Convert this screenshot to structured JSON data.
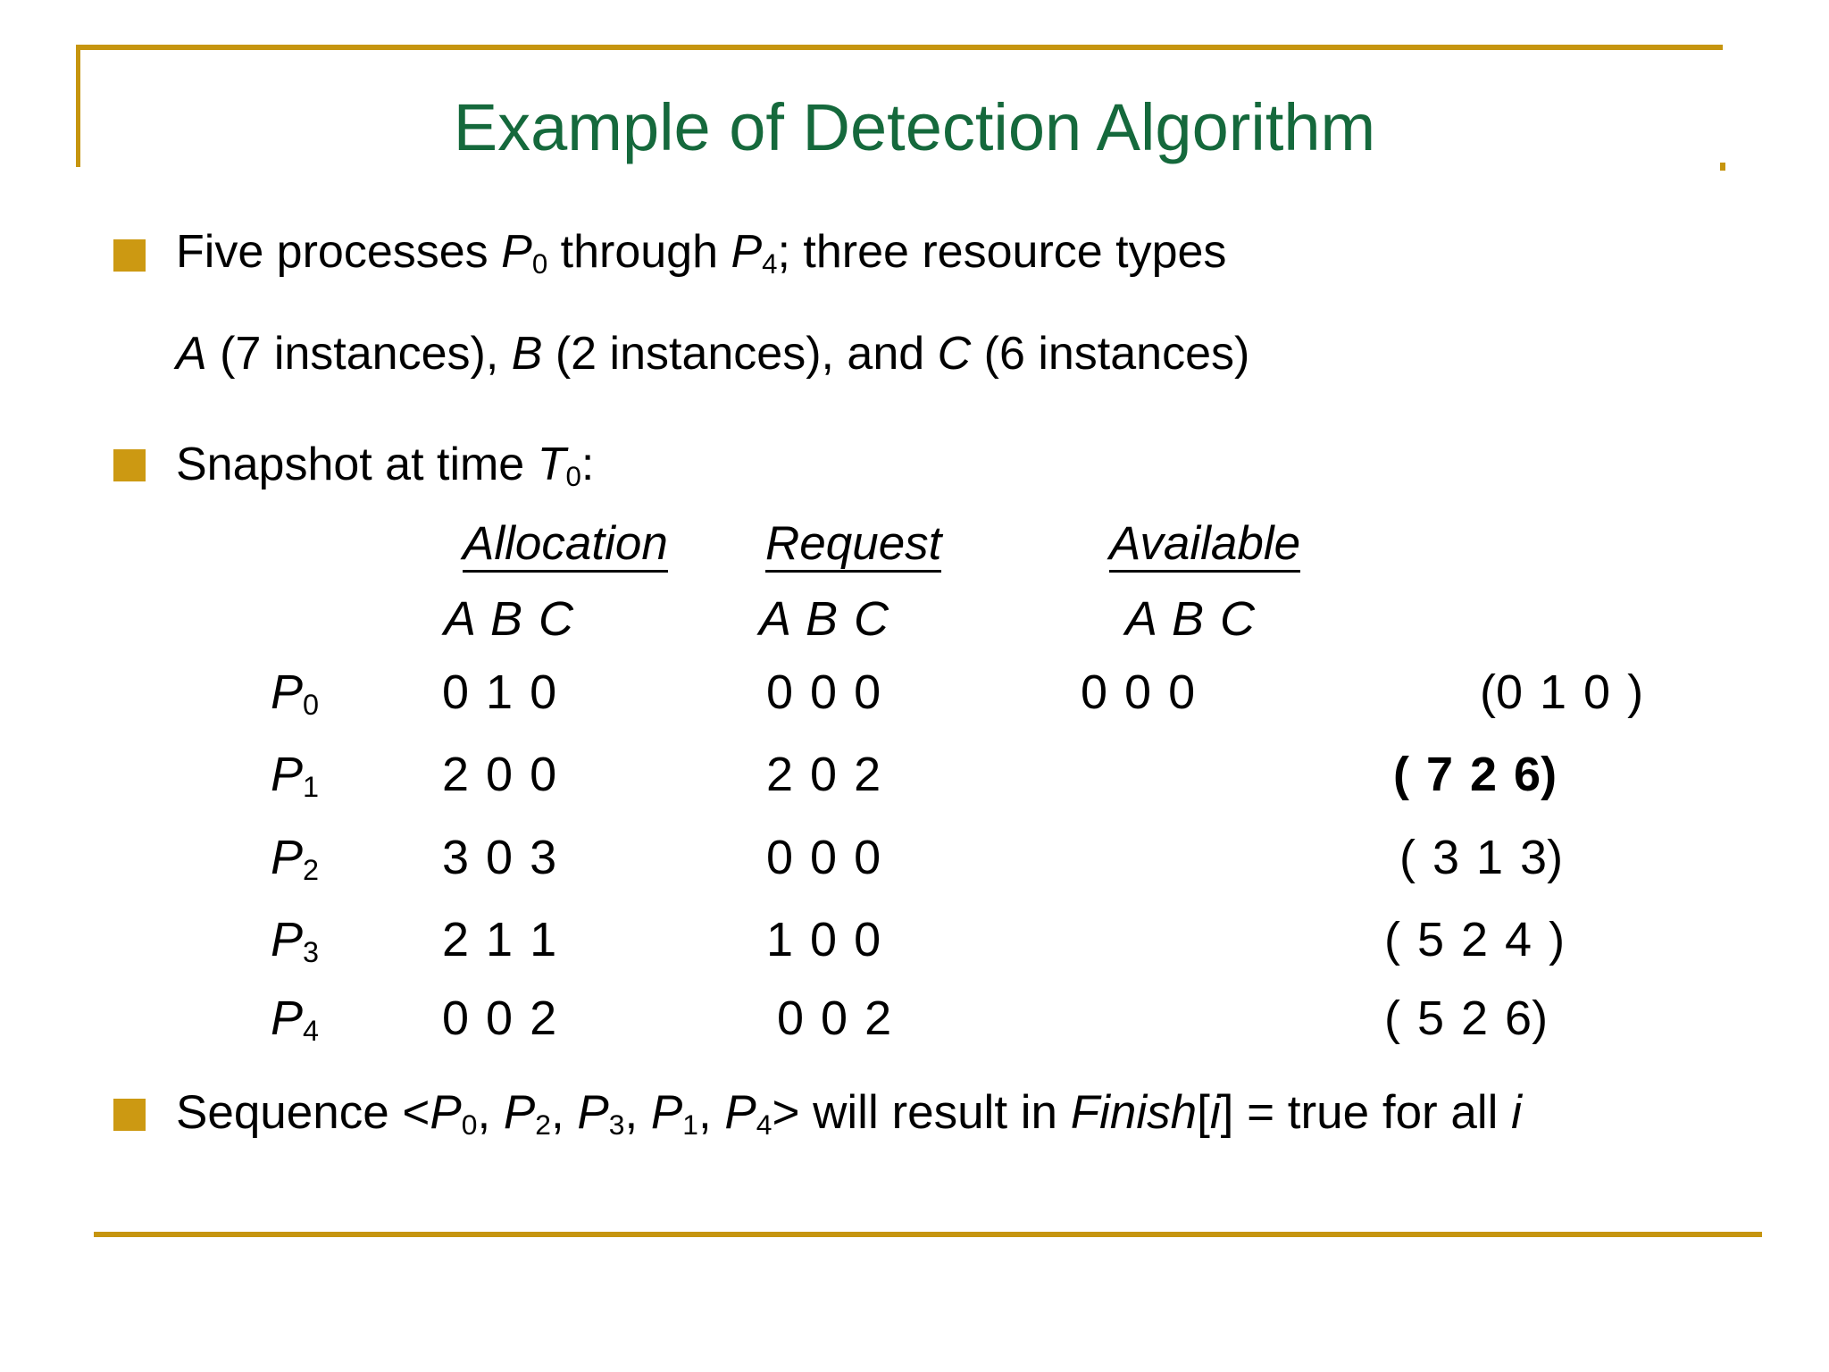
{
  "slide": {
    "title": "Example of Detection Algorithm",
    "bullet1": {
      "line1": {
        "t1": "Five processes ",
        "p1": "P",
        "p1sub": "0",
        "t2": " through ",
        "p2": "P",
        "p2sub": "4",
        "t3": "; three resource types"
      },
      "line2": {
        "a": "A",
        "t1": " (7 instances), ",
        "b": "B",
        "t2": " (2 instances), and ",
        "c": "C",
        "t3": " (6 instances)"
      }
    },
    "bullet2": {
      "t1": "Snapshot at time ",
      "t_var": "T",
      "t_sub": "0",
      "t2": ":"
    },
    "table": {
      "col_headers": {
        "allocation": "Allocation",
        "request": "Request",
        "available": "Available"
      },
      "abc_allocation": "A B C",
      "abc_request": "A B C",
      "abc_available": "A B C",
      "rows": [
        {
          "p": "P",
          "sub": "0",
          "allocation": "0 1 0",
          "request": "0 0 0",
          "available": "0 0 0",
          "work": "(0 1 0 )"
        },
        {
          "p": "P",
          "sub": "1",
          "allocation": "2 0 0",
          "request": "2 0 2",
          "available": "",
          "work": "( 7 2 6)"
        },
        {
          "p": "P",
          "sub": "2",
          "allocation": "3 0 3",
          "request": "0 0 0",
          "available": "",
          "work": "( 3 1 3)"
        },
        {
          "p": "P",
          "sub": "3",
          "allocation": "2 1 1",
          "request": "1 0 0",
          "available": "",
          "work": "( 5 2 4 )"
        },
        {
          "p": "P",
          "sub": "4",
          "allocation": "0 0 2",
          "request": "0 0 2",
          "available": "",
          "work": "( 5 2 6)"
        }
      ]
    },
    "bullet3": {
      "t1": "Sequence <",
      "p0": "P",
      "p0sub": "0",
      "c1": ", ",
      "p2": "P",
      "p2sub": "2",
      "c2": ", ",
      "p3": "P",
      "p3sub": "3",
      "c3": ", ",
      "p1": "P",
      "p1sub": "1",
      "c4": ", ",
      "p4": "P",
      "p4sub": "4",
      "t2": "> will result in ",
      "finish": "Finish",
      "br1": "[",
      "i1": "i",
      "br2": "]",
      "t3": " = true for all ",
      "i2": "i"
    },
    "colors": {
      "accent_gold": "#C6950F",
      "bullet_gold": "#CC9912",
      "title_green": "#15693C",
      "text_black": "#000000"
    }
  }
}
